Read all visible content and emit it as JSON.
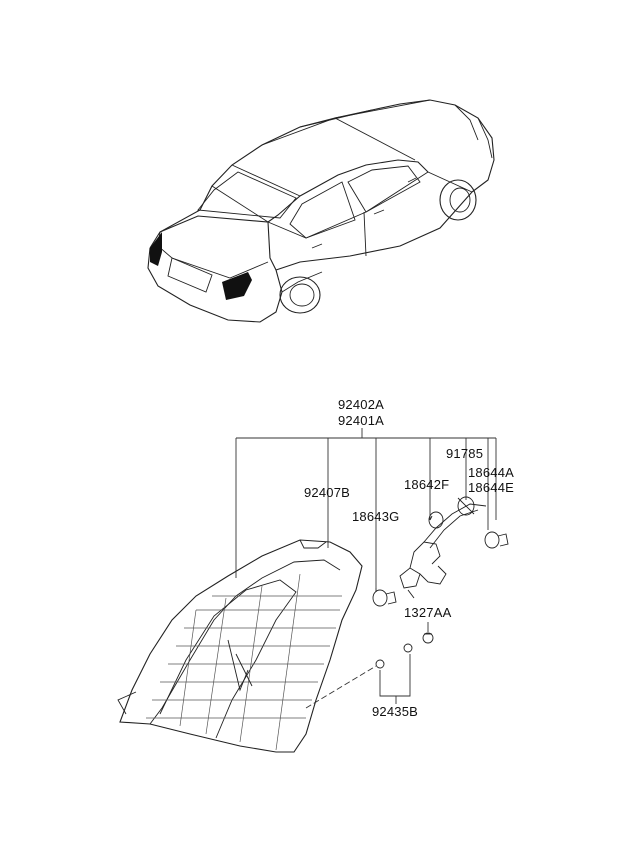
{
  "diagram": {
    "part_labels": {
      "p92402A": "92402A",
      "p92401A": "92401A",
      "p91785": "91785",
      "p18644A": "18644A",
      "p18644E": "18644E",
      "p92407B": "92407B",
      "p18642F": "18642F",
      "p18643G": "18643G",
      "p1327AA": "1327AA",
      "p92435B": "92435B"
    },
    "colors": {
      "line": "#222222",
      "highlight": "#111111",
      "background": "#ffffff"
    }
  }
}
